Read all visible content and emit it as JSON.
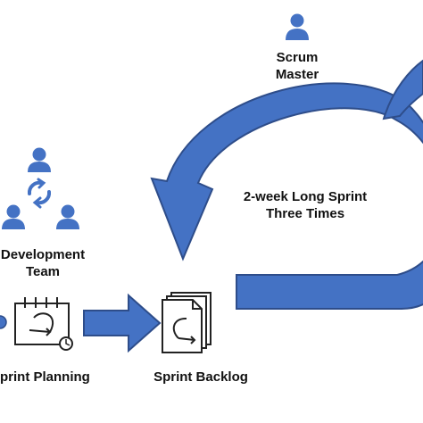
{
  "colors": {
    "primary_blue": "#4472c4",
    "outline": "#2e4d8a",
    "text": "#111111",
    "icon_stroke": "#222222"
  },
  "labels": {
    "scrum_master": [
      "Scrum",
      "Master"
    ],
    "sprint_loop": [
      "2-week Long Sprint",
      "Three Times"
    ],
    "development_team": [
      "Development",
      "Team"
    ],
    "sprint_planning": "print Planning",
    "sprint_backlog": "Sprint Backlog"
  },
  "icons": [
    "scrum-master-person-icon",
    "team-member-icon",
    "cycle-arrows-icon",
    "sprint-planning-calendar-icon",
    "clock-icon",
    "sprint-backlog-documents-icon",
    "right-arrow-icon",
    "sprint-cycle-arrow-icon"
  ]
}
